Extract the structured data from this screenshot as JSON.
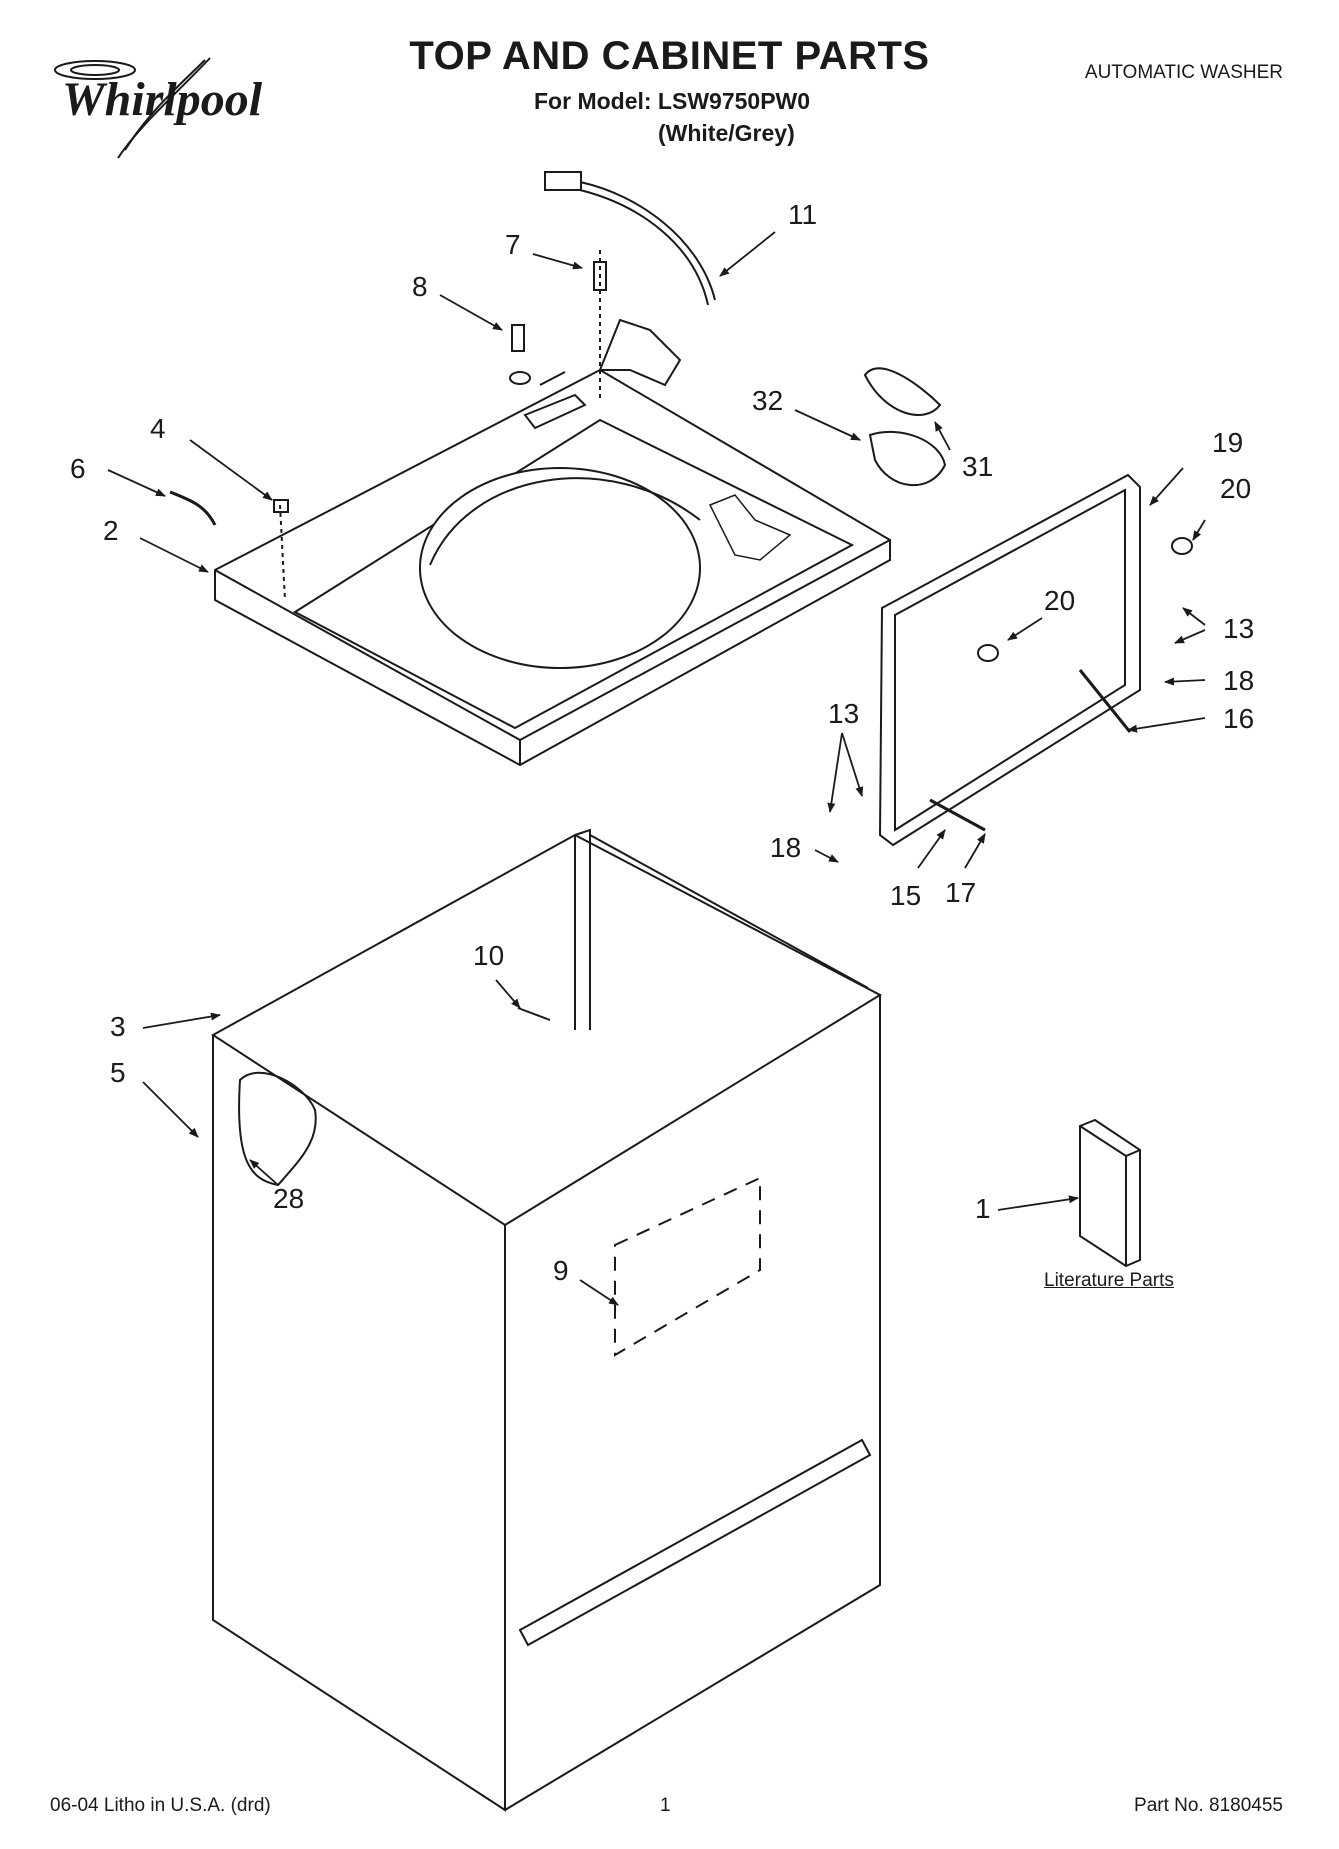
{
  "brand": {
    "name": "Whirlpool"
  },
  "header": {
    "title": "TOP AND CABINET PARTS",
    "model": "For Model: LSW9750PW0",
    "color": "(White/Grey)",
    "product_type": "AUTOMATIC WASHER"
  },
  "literature": {
    "label": "Literature Parts"
  },
  "footer": {
    "print_info": "06-04 Litho in U.S.A. (drd)",
    "page": "1",
    "part_no": "Part No. 8180455"
  },
  "callouts": {
    "c11": "11",
    "c7": "7",
    "c8": "8",
    "c32": "32",
    "c31": "31",
    "c4": "4",
    "c6": "6",
    "c2": "2",
    "c19": "19",
    "c20a": "20",
    "c20b": "20",
    "c13a": "13",
    "c18a": "18",
    "c16": "16",
    "c13b": "13",
    "c18b": "18",
    "c15": "15",
    "c17": "17",
    "c10": "10",
    "c3": "3",
    "c5": "5",
    "c28": "28",
    "c1": "1",
    "c9": "9"
  }
}
